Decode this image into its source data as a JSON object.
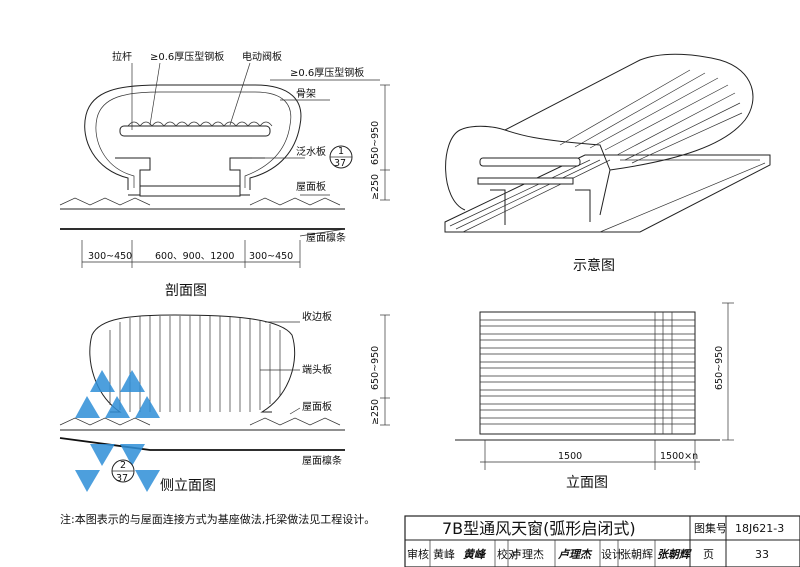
{
  "section_view": {
    "labels": {
      "pull_rod": "拉杆",
      "steel_plate_a": "≥0.6厚压型钢板",
      "motorized_valve": "电动阀板",
      "steel_plate_b": "≥0.6厚压型钢板",
      "frame": "骨架",
      "flashing": "泛水板",
      "roof_panel": "屋面板",
      "purlin": "屋面檩条"
    },
    "ref_top": "1",
    "ref_bottom": "37",
    "dims": {
      "height": "650~950",
      "base": "≥250",
      "left": "300~450",
      "middle": "600、900、1200",
      "right": "300~450"
    },
    "caption": "剖面图"
  },
  "schematic_view": {
    "caption": "示意图"
  },
  "side_view": {
    "labels": {
      "edge_plate": "收边板",
      "end_plate": "端头板",
      "roof_panel": "屋面板",
      "purlin": "屋面檩条"
    },
    "ref_top": "2",
    "ref_bottom": "37",
    "dims": {
      "height": "650~950",
      "base": "≥250"
    },
    "caption": "侧立面图"
  },
  "elevation_view": {
    "dims": {
      "height": "650~950",
      "length": "1500",
      "length_n": "1500×n"
    },
    "caption": "立面图"
  },
  "note": "注:本图表示的与屋面连接方式为基座做法,托梁做法见工程设计。",
  "title_block": {
    "title": "7B型通风天窗(弧形启闭式)",
    "atlas_label": "图集号",
    "atlas_no": "18J621-3",
    "review_label": "审核",
    "reviewer": "黄峰",
    "reviewer_sign": "黄峰",
    "check_label": "校对",
    "checker": "卢理杰",
    "checker_sign": "卢理杰",
    "design_label": "设计",
    "designer": "张朝辉",
    "designer_sign": "张朝辉",
    "page_label": "页",
    "page_no": "33"
  },
  "colors": {
    "line": "#222222",
    "watermark": "#2f8fd8",
    "paper": "#ffffff"
  }
}
